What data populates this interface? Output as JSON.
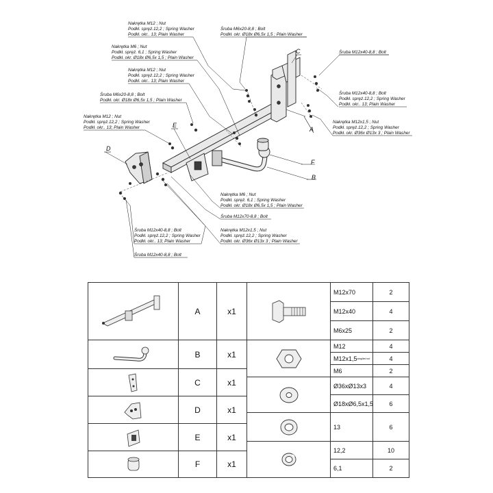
{
  "callouts": [
    {
      "id": "nut_top_l1",
      "text": "Nakrętka  M12 ; Nut"
    },
    {
      "id": "nut_top_l2",
      "text": "Podkł. spręż.12,2 ; Spring Washer"
    },
    {
      "id": "nut_top_l3",
      "text": "Podkł. okr.. 13; Plain Washer"
    },
    {
      "id": "bolt_m6_l1",
      "text": "Śruba M6x20-8,8 ;  Bolt"
    },
    {
      "id": "bolt_m6_l2",
      "text": "Podkł. okr. Ø18x Ø6,5x 1,5 ; Plain Washer"
    },
    {
      "id": "m6nut_l1",
      "text": "Nakrętka  M6 ; Nut"
    },
    {
      "id": "m6nut_l2",
      "text": "Podkł. spręż. 6,1 ; Spring Washer"
    },
    {
      "id": "m6nut_l3",
      "text": "Podkł. okr.   Ø18x Ø6,5x 1,5 ; Plain Washer"
    },
    {
      "id": "nut2_l1",
      "text": "Nakrętka  M12 ; Nut"
    },
    {
      "id": "nut2_l2",
      "text": "Podkł. spręż.12,2 ; Spring Washer"
    },
    {
      "id": "nut2_l3",
      "text": "Podkł. okr.. 13; Plain Washer"
    },
    {
      "id": "bolt3_l1",
      "text": "Śruba M6x20-8,8 ;  Bolt"
    },
    {
      "id": "bolt3_l2",
      "text": "Podkł. okr. Ø18x Ø6,5x 1,5 ; Plain Washer"
    },
    {
      "id": "nut3_l1",
      "text": "Nakrętka  M12 ; Nut"
    },
    {
      "id": "nut3_l2",
      "text": "Podkł. spręż.12,2 ; Spring Washer"
    },
    {
      "id": "nut3_l3",
      "text": "Podkł. okr.. 13; Plain Washer"
    },
    {
      "id": "rbolt1",
      "text": "Śruba M12x40-8,8 ;  Bolt"
    },
    {
      "id": "rbolt2_l1",
      "text": "Śruba M12x40-8,8 ;  Bolt"
    },
    {
      "id": "rbolt2_l2",
      "text": "Podkł. spręż.12,2 ; Spring Washer"
    },
    {
      "id": "rbolt2_l3",
      "text": "Podkł. okr.. 13; Plain Washer"
    },
    {
      "id": "rnut_l1",
      "text": "Nakrętka  M12x1,5 ; Nut"
    },
    {
      "id": "rnut_l2",
      "text": "Podkł. spręż.12,2 ; Spring Washer"
    },
    {
      "id": "rnut_l3",
      "text": "Podkł. okr. Ø36x Ø13x 3 ; Plain Washer"
    },
    {
      "id": "cm6_l1",
      "text": "Nakrętka  M6 ; Nut"
    },
    {
      "id": "cm6_l2",
      "text": "Podkł. spręż. 6,1 ; Spring Washer"
    },
    {
      "id": "cm6_l3",
      "text": "Podkł. okr.   Ø18x Ø6,5x 1,5 ; Plain Washer"
    },
    {
      "id": "cbolt70",
      "text": "Śruba M12x70-8,8 ;  Bolt"
    },
    {
      "id": "cnut_l1",
      "text": "Nakrętka  M12x1,5 ; Nut"
    },
    {
      "id": "cnut_l2",
      "text": "Podkł. spręż.12,2 ; Spring Washer"
    },
    {
      "id": "cnut_l3",
      "text": "Podkł. okr. Ø36x Ø13x 3 ; Plain Washer"
    },
    {
      "id": "lbolt_l1",
      "text": "Śruba M12x40-8,8 ;  Bolt"
    },
    {
      "id": "lbolt_l2",
      "text": "Podkł. spręż.12,2 ; Spring Washer"
    },
    {
      "id": "lbolt_l3",
      "text": "Podkł. okr.. 13; Plain Washer"
    },
    {
      "id": "lbolt2",
      "text": "Śruba M12x40-8,8 ;  Bolt"
    }
  ],
  "part_letters": {
    "A": "A",
    "B": "B",
    "C": "C",
    "D": "D",
    "E": "E",
    "F": "F"
  },
  "table": {
    "parts": [
      {
        "letter": "A",
        "qty": "x1",
        "icon": "crossbar-icon"
      },
      {
        "letter": "B",
        "qty": "x1",
        "icon": "towball-icon"
      },
      {
        "letter": "C",
        "qty": "x1",
        "icon": "bracket-c-icon"
      },
      {
        "letter": "D",
        "qty": "x1",
        "icon": "bracket-d-icon"
      },
      {
        "letter": "E",
        "qty": "x1",
        "icon": "socket-plate-icon"
      },
      {
        "letter": "F",
        "qty": "x1",
        "icon": "ball-cap-icon"
      }
    ],
    "hardware": [
      {
        "group": "bolts",
        "icon": "bolt-icon",
        "rows": [
          {
            "spec": "M12x70",
            "count": "2"
          },
          {
            "spec": "M12x40",
            "count": "4"
          },
          {
            "spec": "M6x25",
            "count": "2"
          }
        ]
      },
      {
        "group": "nuts",
        "icon": "nut-icon",
        "rows": [
          {
            "spec": "M12",
            "count": "4"
          },
          {
            "spec": "M12x1,5",
            "suffix": "wing/led nut",
            "count": "4"
          },
          {
            "spec": "M6",
            "count": "2"
          }
        ]
      },
      {
        "group": "washers",
        "icon": "washer-icon",
        "rows": [
          {
            "spec": "Ø36xØ13x3",
            "count": "4"
          },
          {
            "spec": "Ø18xØ6,5x1,5",
            "count": "6"
          }
        ]
      },
      {
        "group": "plain",
        "icon": "plain-washer-icon",
        "rows": [
          {
            "spec": "13",
            "count": "6"
          }
        ]
      },
      {
        "group": "spring",
        "icon": "spring-washer-icon",
        "rows": [
          {
            "spec": "12,2",
            "count": "10"
          },
          {
            "spec": "6,1",
            "count": "2"
          }
        ]
      }
    ]
  }
}
